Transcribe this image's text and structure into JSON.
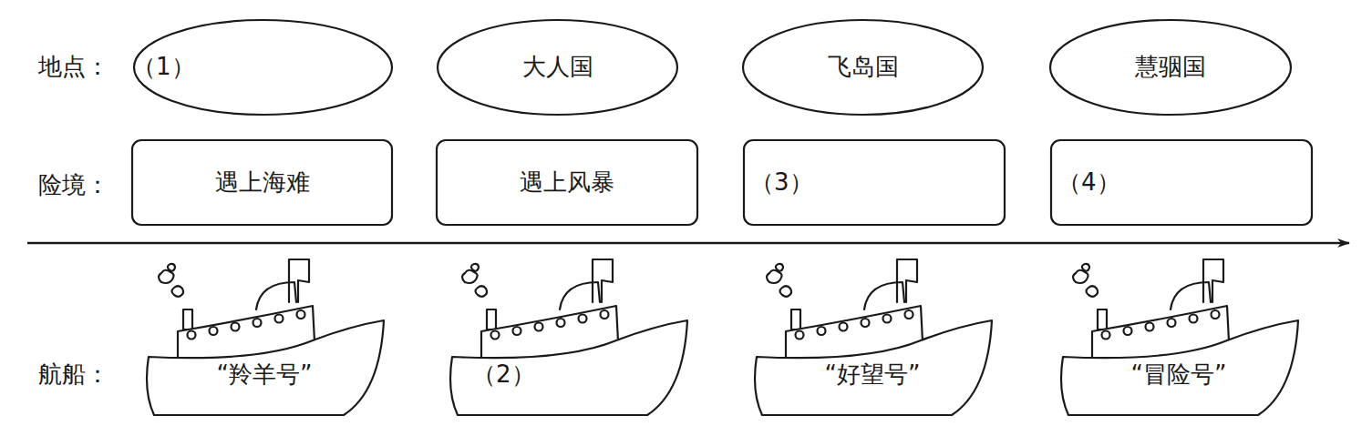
{
  "diagram": {
    "nodes": [
      {
        "text": [
          "（1）"
        ]
      },
      {
        "text": [
          "大人国"
        ]
      },
      {
        "text": [
          "飞岛国"
        ]
      },
      {
        "text": [
          "慧骃国"
        ]
      },
      {
        "text": [
          "遇上海难"
        ]
      },
      {
        "text": [
          "遇上风暴"
        ]
      },
      {
        "text": [
          "（3）"
        ]
      },
      {
        "text": [
          "（4）"
        ]
      },
      {
        "text": [
          "“羚羊号”"
        ]
      },
      {
        "text": [
          "（2）"
        ]
      },
      {
        "text": [
          "“好望号”"
        ]
      },
      {
        "text": [
          "“冒险号”"
        ]
      }
    ],
    "labels": [
      "地点：",
      "险境：",
      "航船："
    ]
  }
}
